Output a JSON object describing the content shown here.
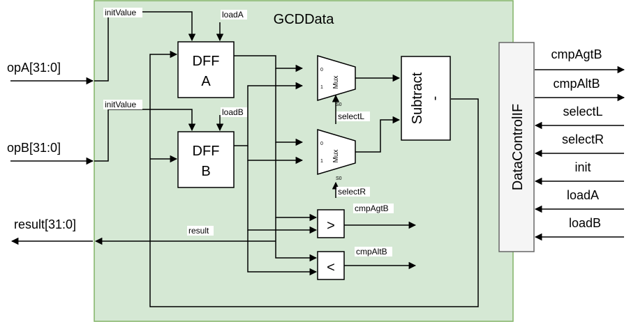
{
  "colors": {
    "module_fill": "#d5e8d4",
    "module_stroke": "#82b366",
    "interface_fill": "#f5f5f5",
    "interface_stroke": "#666666"
  },
  "module": {
    "title": "GCDData"
  },
  "interface": {
    "title": "DataControlIF"
  },
  "dffA": {
    "line1": "DFF",
    "line2": "A",
    "init_label": "initValue",
    "load_label": "loadA"
  },
  "dffB": {
    "line1": "DFF",
    "line2": "B",
    "init_label": "initValue",
    "load_label": "loadB"
  },
  "muxL": {
    "label": "Mux",
    "in0": "0",
    "in1": "1",
    "sel": "S0",
    "sel_label": "selectL"
  },
  "muxR": {
    "label": "Mux",
    "in0": "0",
    "in1": "1",
    "sel": "S0",
    "sel_label": "selectR"
  },
  "subtract": {
    "label": "Subtract",
    "symbol": "-"
  },
  "cmpGt": {
    "symbol": ">",
    "out_label": "cmpAgtB"
  },
  "cmpLt": {
    "symbol": "<",
    "out_label": "cmpAltB"
  },
  "inputs": {
    "opA": "opA[31:0]",
    "opB": "opB[31:0]"
  },
  "output": {
    "result": "result[31:0]",
    "internal_label": "result"
  },
  "if_ports": [
    "cmpAgtB",
    "cmpAltB",
    "selectL",
    "selectR",
    "init",
    "loadA",
    "loadB"
  ]
}
